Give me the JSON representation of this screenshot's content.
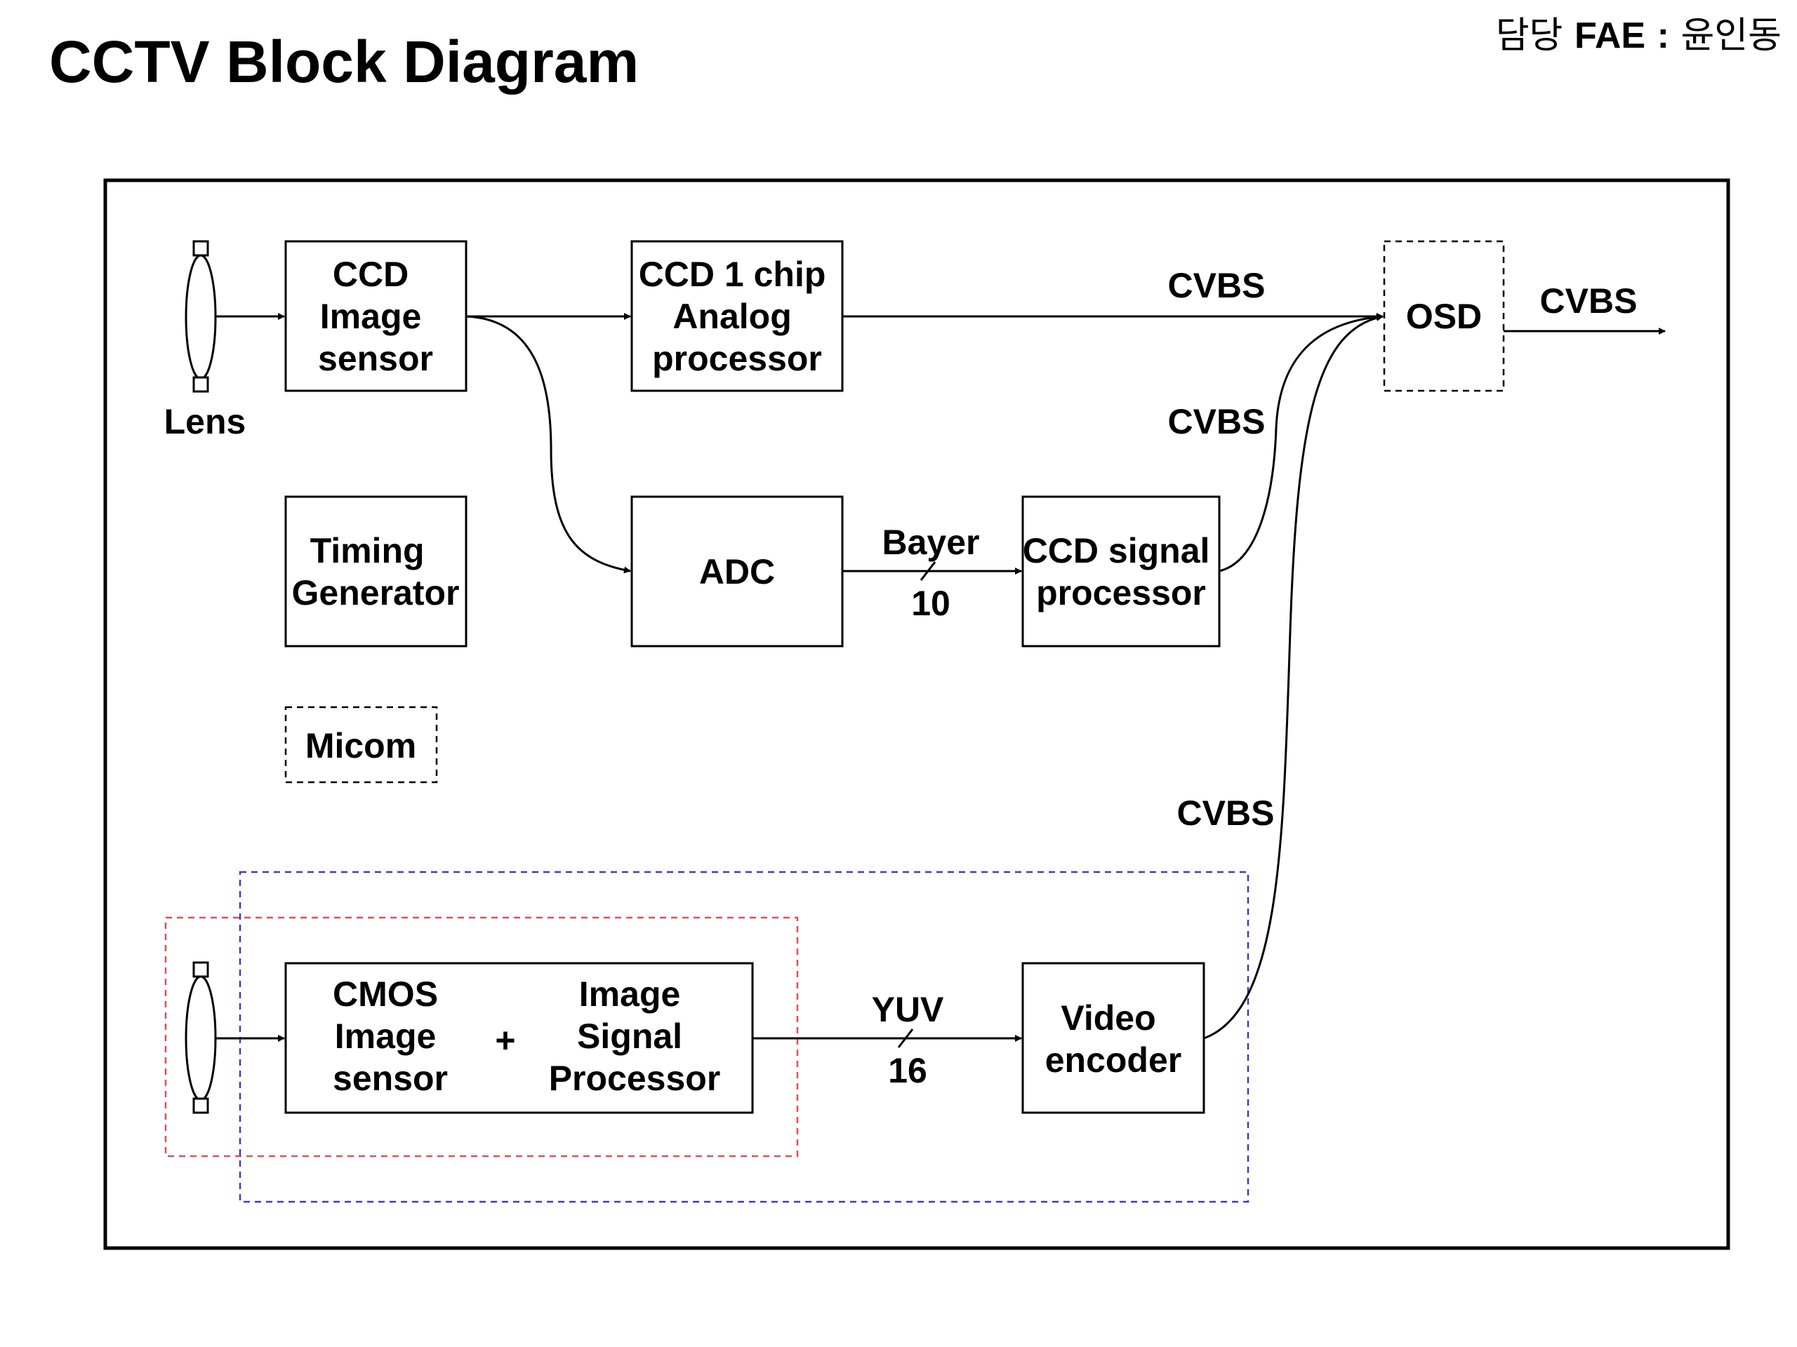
{
  "title": "CCTV Block Diagram",
  "owner": {
    "prefix": "담당",
    "role": "FAE",
    "separator": ":",
    "name": "윤인동"
  },
  "colors": {
    "line": "#000000",
    "red_group": "#e05050",
    "blue_group": "#3a3ad0"
  },
  "nodes": {
    "lens_top": {
      "label": "Lens"
    },
    "ccd_sensor": {
      "lines": [
        "CCD",
        "Image",
        "sensor"
      ]
    },
    "ccd_analog": {
      "lines": [
        "CCD 1 chip",
        "Analog",
        "processor"
      ]
    },
    "osd": {
      "label": "OSD"
    },
    "timing": {
      "lines": [
        "Timing",
        "Generator"
      ]
    },
    "adc": {
      "label": "ADC"
    },
    "ccd_signal": {
      "lines": [
        "CCD signal",
        "processor"
      ]
    },
    "micom": {
      "label": "Micom"
    },
    "cmos": {
      "lines": [
        "CMOS",
        "Image",
        "sensor"
      ],
      "plus": "+",
      "isp_lines": [
        "Image",
        "Signal",
        "Processor"
      ]
    },
    "video_encoder": {
      "lines": [
        "Video",
        "encoder"
      ]
    }
  },
  "edges": {
    "analog_to_osd": "CVBS",
    "osd_out": "CVBS",
    "signal_to_osd": "CVBS",
    "encoder_to_osd": "CVBS",
    "adc_to_signal": {
      "label": "Bayer",
      "width": "10"
    },
    "isp_to_encoder": {
      "label": "YUV",
      "width": "16"
    }
  }
}
